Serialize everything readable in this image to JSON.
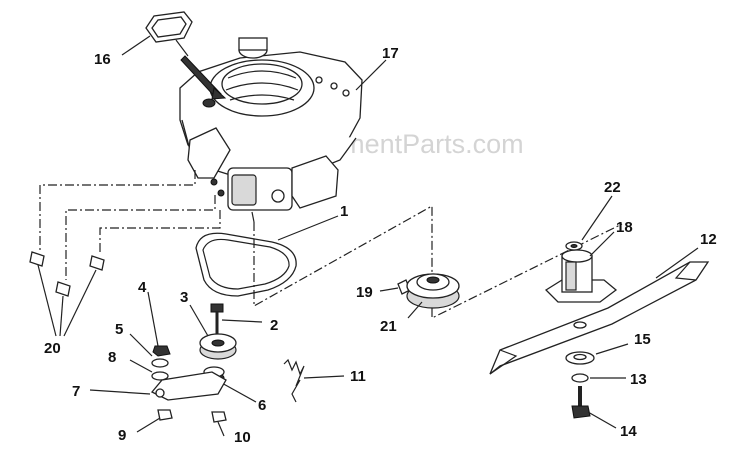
{
  "watermark": "eReplacementParts.com",
  "callouts": [
    {
      "id": "c1",
      "text": "1"
    },
    {
      "id": "c2",
      "text": "2"
    },
    {
      "id": "c3",
      "text": "3"
    },
    {
      "id": "c4",
      "text": "4"
    },
    {
      "id": "c5",
      "text": "5"
    },
    {
      "id": "c6",
      "text": "6"
    },
    {
      "id": "c7",
      "text": "7"
    },
    {
      "id": "c8",
      "text": "8"
    },
    {
      "id": "c9",
      "text": "9"
    },
    {
      "id": "c10",
      "text": "10"
    },
    {
      "id": "c11",
      "text": "11"
    },
    {
      "id": "c12",
      "text": "12"
    },
    {
      "id": "c13",
      "text": "13"
    },
    {
      "id": "c14",
      "text": "14"
    },
    {
      "id": "c15",
      "text": "15"
    },
    {
      "id": "c16",
      "text": "16"
    },
    {
      "id": "c17",
      "text": "17"
    },
    {
      "id": "c18",
      "text": "18"
    },
    {
      "id": "c19",
      "text": "19"
    },
    {
      "id": "c20",
      "text": "20"
    },
    {
      "id": "c21",
      "text": "21"
    },
    {
      "id": "c22",
      "text": "22"
    }
  ]
}
